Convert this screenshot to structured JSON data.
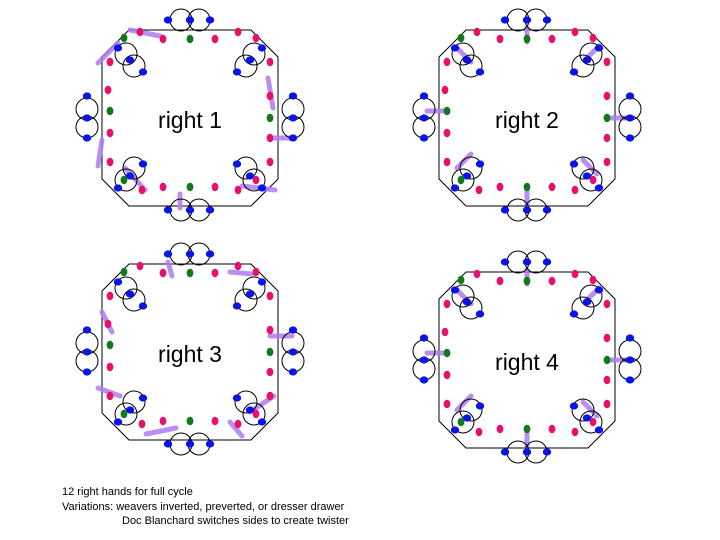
{
  "diagrams": [
    {
      "label": "right 1"
    },
    {
      "label": "right 2"
    },
    {
      "label": "right 3"
    },
    {
      "label": "right 4"
    }
  ],
  "notes": {
    "line1": "12 right hands for full cycle",
    "line2": "Variations: weavers inverted, preverted, or dresser drawer",
    "line3": "Doc Blanchard switches sides to create twister"
  },
  "colors": {
    "outline": "#000000",
    "blue_dancer": "#0a14e6",
    "pink_dancer": "#e8106a",
    "green_dancer": "#0f7a1a",
    "hand_link": "#b07cf0"
  }
}
